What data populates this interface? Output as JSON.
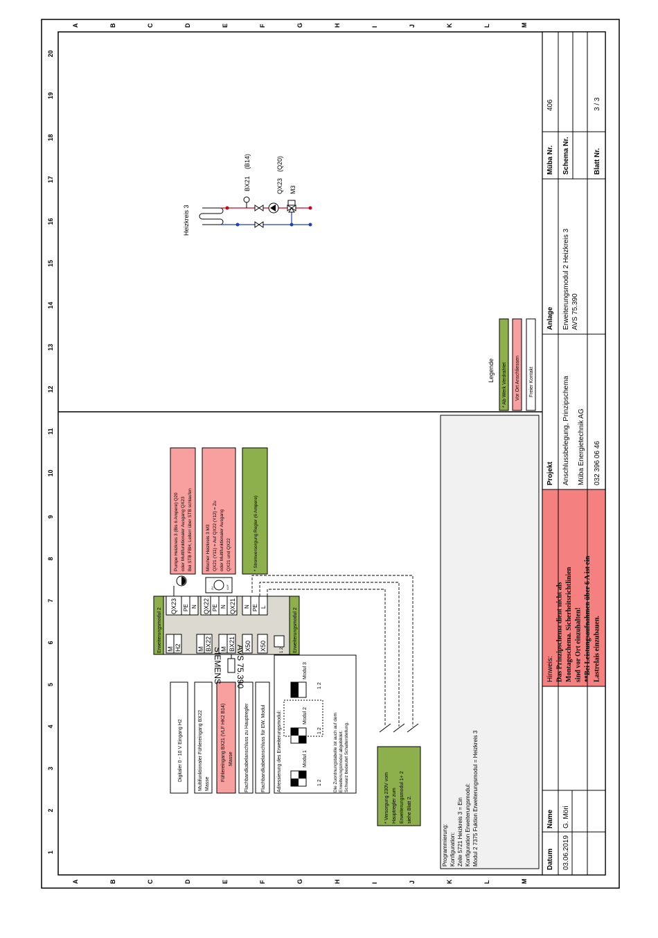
{
  "frame": {
    "row_labels": [
      "A",
      "B",
      "C",
      "D",
      "E",
      "F",
      "G",
      "H",
      "I",
      "J",
      "K",
      "L",
      "M"
    ],
    "col_labels": [
      "1",
      "2",
      "3",
      "4",
      "5",
      "6",
      "7",
      "8",
      "9",
      "10",
      "11",
      "12",
      "13",
      "14",
      "15",
      "16",
      "17",
      "18",
      "19",
      "20"
    ]
  },
  "hydraulic": {
    "circuit_label": "Heizkreis 3",
    "sensor_label": "BX21",
    "sensor_ref": "(B14)",
    "pump_label": "QX23",
    "pump_ref": "(Q20)",
    "mixer_label": "M3",
    "colors": {
      "supply": "#d0021b",
      "return": "#1f3fbf"
    }
  },
  "legend": {
    "title": "Legende",
    "items": [
      {
        "label": "* Ab Werk Verdrahtet",
        "color": "#8db04c"
      },
      {
        "label": "Vor Ort Anschliessen",
        "color": "#f7a09f"
      },
      {
        "label": "Freier Kontakt",
        "color": "#ffffff"
      }
    ]
  },
  "module": {
    "brand": "SIEMENS",
    "model": "AVS 75.390",
    "tag": "Erweiterungsmodul 2",
    "left_terminals": [
      [
        "M",
        "H2"
      ],
      [
        "M",
        "BX22"
      ],
      [
        "M",
        "BX21"
      ],
      [
        "X50"
      ],
      [
        "X50"
      ]
    ],
    "dip": "1 2",
    "right_terminals": [
      [
        "QX23",
        "PE",
        "N"
      ],
      [
        "QX22",
        "PE",
        "N",
        "QX21"
      ],
      [
        "N",
        "PE",
        "L"
      ]
    ],
    "mixer_auf": "AUF",
    "mixer_zu": "ZU"
  },
  "labels_left": {
    "digital": "Digitaler 0 - 10 V Eingang H2",
    "multi": [
      "Multifunktionaler Fühlereingang BX22",
      "Masse"
    ],
    "sensor": [
      "Fühlereingang BX21 (VLF HK2 B14)",
      "Masse"
    ],
    "flat1": "Flachbandkabelanschluss zu Hauptregler",
    "flat2": "Flachbandkabelanschluss für EW. Modul"
  },
  "labels_right": {
    "pump": [
      "Pumpe Heizkreis 3 (Bis 6 Ampere) Q20",
      "oder Multifunktionaler Ausgang QX23",
      "Bei STB FBH, Leiterr über STB schlaufen"
    ],
    "mixer": [
      "Mischer Heizkreis 3   M3",
      "QX21 (Y11) = Auf   QX22 (Y12) = Zu",
      "oder Multifunktionaler Ausgang",
      "QX21 und QX22"
    ],
    "power": "* Stromversorgung Regler (6 Ampere)"
  },
  "addressing": {
    "title": "Adressierung des Erweiterungsmodul:",
    "modules": [
      "Modul 1",
      "Modul 2",
      "Modul 3"
    ],
    "dip_nums": "1  2",
    "note": [
      "Die Zuordnungstabelle ist auch auf dem",
      "Erweiterungsmodul abgebildet.",
      "Schwarz bedeutet Schalterstellung."
    ]
  },
  "supply_note": [
    "* Versorgung 230V vom",
    "Hauptregler zum",
    "Erweiterungsmodul 1+ 2",
    "siehe Blatt 2."
  ],
  "programming": {
    "lines": [
      "Programmierung:",
      "Konfiguration:",
      "Zeile   5721 Heizkreis 3 = Ein",
      "Konfiguration Erweiterungsmodul:",
      "Modul 2 7375 Fuktion Erweiterungsmodul = Heizkreis 3"
    ]
  },
  "titleblock": {
    "datum_label": "Datum",
    "datum": "03.06.2019",
    "name_label": "Name",
    "name": "G. Möri",
    "hinweis": [
      "Hinweis:",
      "Das Prinzipschema dient nicht als",
      "Montageschema. Sicherheitsrichtlinien",
      "sind vor Ort einzuhalten!",
      "**Bei Leistungsaufnahmen über 6 A ist ein",
      "Lastrelais einzubauen."
    ],
    "projekt_label": "Projekt",
    "projekt": [
      "Anschlussbelegung, Prinzipschema",
      "Müba Energietechnik AG",
      "032 396 06 46"
    ],
    "anlage_label": "Anlage",
    "anlage": [
      "Erweiterungsmodul 2 Heizkreis 3",
      "AVS 75.390"
    ],
    "mueba_label": "Müba Nr.",
    "mueba": "406",
    "schema_label": "Schema Nr.",
    "blatt_label": "Blatt Nr.",
    "blatt": "3 / 3"
  }
}
